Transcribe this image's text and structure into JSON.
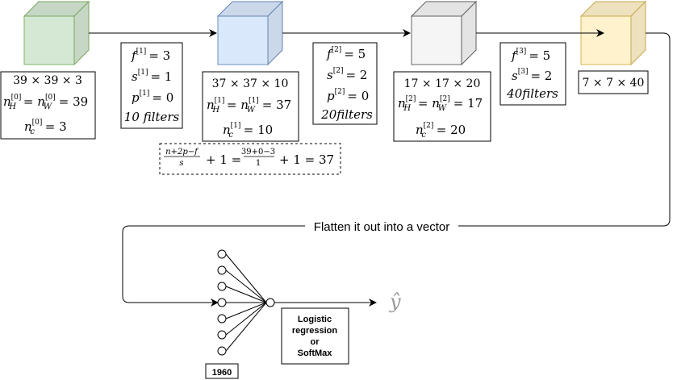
{
  "colors": {
    "green_cube": "#d5e8d4",
    "green_cube_border": "#82b366",
    "blue_cube": "#dae8fc",
    "blue_cube_border": "#6c8ebf",
    "gray_cube": "#f5f5f5",
    "gray_cube_border": "#666666",
    "yellow_cube": "#fff2cc",
    "yellow_cube_border": "#d6b656"
  },
  "layers": [
    {
      "dims": "39 × 39 × 3",
      "nh_base": "n",
      "nh_sub": "H",
      "nh_sup": "[0]",
      "nw_base": "n",
      "nw_sub": "W",
      "nw_sup": "[0]",
      "nhw_value": "39",
      "nc_base": "n",
      "nc_sub": "c",
      "nc_sup": "[0]",
      "nc_value": "3"
    },
    {
      "dims": "37 × 37 × 10",
      "nh_base": "n",
      "nh_sub": "H",
      "nh_sup": "[1]",
      "nw_base": "n",
      "nw_sub": "W",
      "nw_sup": "[1]",
      "nhw_value": "37",
      "nc_base": "n",
      "nc_sub": "c",
      "nc_sup": "[1]",
      "nc_value": "10"
    },
    {
      "dims": "17 × 17 × 20",
      "nh_base": "n",
      "nh_sub": "H",
      "nh_sup": "[2]",
      "nw_base": "n",
      "nw_sub": "W",
      "nw_sup": "[2]",
      "nhw_value": "17",
      "nc_base": "n",
      "nc_sub": "c",
      "nc_sup": "[2]",
      "nc_value": "20"
    },
    {
      "dims": "7 × 7 × 40"
    }
  ],
  "conv_params": [
    {
      "f": "f",
      "f_sup": "[1]",
      "f_val": "= 3",
      "s": "s",
      "s_sup": "[1]",
      "s_val": "= 1",
      "p": "p",
      "p_sup": "[1]",
      "p_val": "= 0",
      "filters": "10 filters"
    },
    {
      "f": "f",
      "f_sup": "[2]",
      "f_val": "= 5",
      "s": "s",
      "s_sup": "[2]",
      "s_val": "= 2",
      "p": "p",
      "p_sup": "[2]",
      "p_val": "= 0",
      "filters": "20filters"
    },
    {
      "f": "f",
      "f_sup": "[3]",
      "f_val": "= 5",
      "s": "s",
      "s_sup": "[3]",
      "s_val": "= 2",
      "filters": "40filters"
    }
  ],
  "formula": {
    "frac1_num": "n+2p−f",
    "frac1_den": "s",
    "plus_one_a": "+ 1 =",
    "frac2_num": "39+0−3",
    "frac2_den": "1",
    "plus_one_b": "+ 1 = 37"
  },
  "flatten_label": "Flatten it out into a vector",
  "vector_size": "1960",
  "classifier_label": [
    "Logistic",
    "regression",
    "or",
    "SoftMax"
  ],
  "output_label": "ŷ"
}
